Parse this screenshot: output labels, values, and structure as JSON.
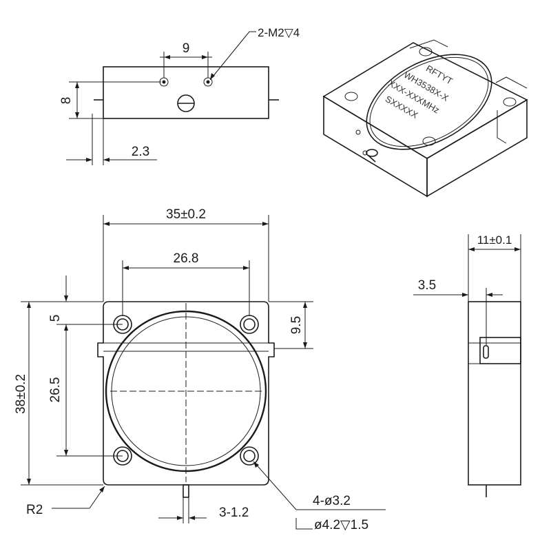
{
  "top_view": {
    "pitch": "9",
    "thread_callout": "2-M2▽4",
    "height": "8",
    "offset": "2.3"
  },
  "iso_view": {
    "brand": "RFTYT",
    "model_line": "WH3538X-X",
    "freq_line": "XXX-XXXMHz",
    "serial_line": "SXXXXX"
  },
  "front_view": {
    "width": "35±0.2",
    "hole_span_x": "26.8",
    "hole_edge_top": "5",
    "tab_offset": "9.5",
    "hole_span_y": "26.5",
    "height": "38±0.2",
    "corner_radius": "R2",
    "pin_width": "3-1.2",
    "hole_callout": "4-ø3.2",
    "counterbore_callout": "ø4.2▽1.5"
  },
  "side_view": {
    "thickness": "11±0.1",
    "tab_height": "3.5"
  }
}
